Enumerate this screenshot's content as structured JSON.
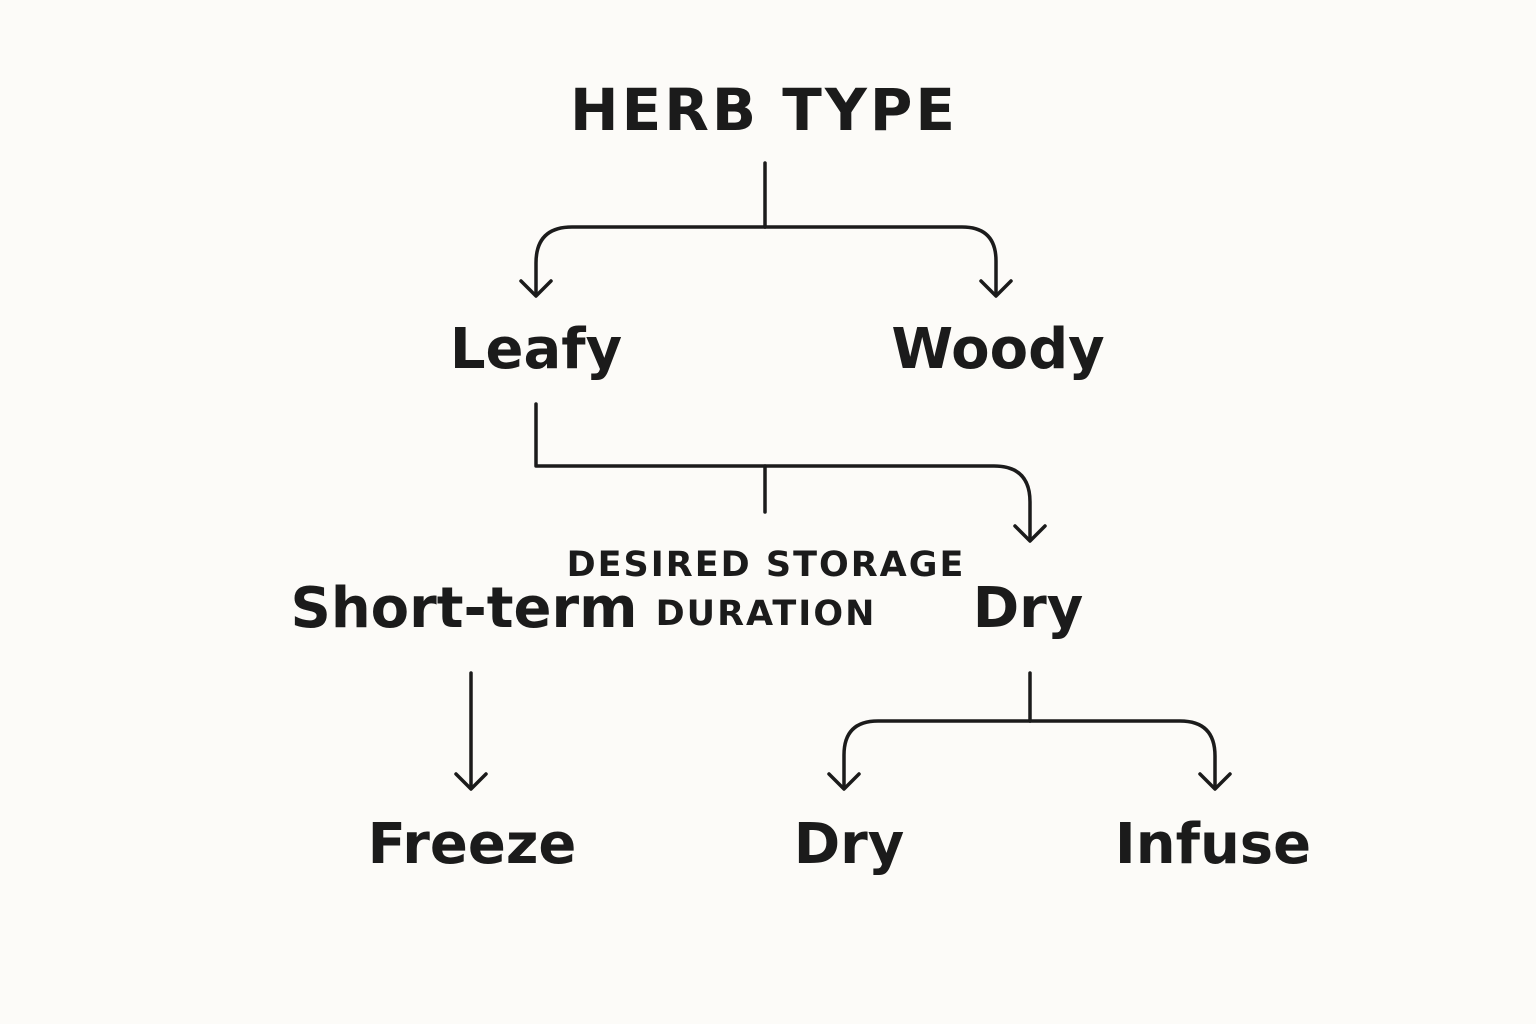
{
  "diagram": {
    "root": "HERB TYPE",
    "level1": {
      "left": "Leafy",
      "right": "Woody"
    },
    "decision": {
      "line1": "DESIRED STORAGE",
      "line2": "DURATION"
    },
    "level2": {
      "left": "Short-term",
      "right": "Dry"
    },
    "level3": {
      "freeze": "Freeze",
      "dry": "Dry",
      "infuse": "Infuse"
    }
  }
}
